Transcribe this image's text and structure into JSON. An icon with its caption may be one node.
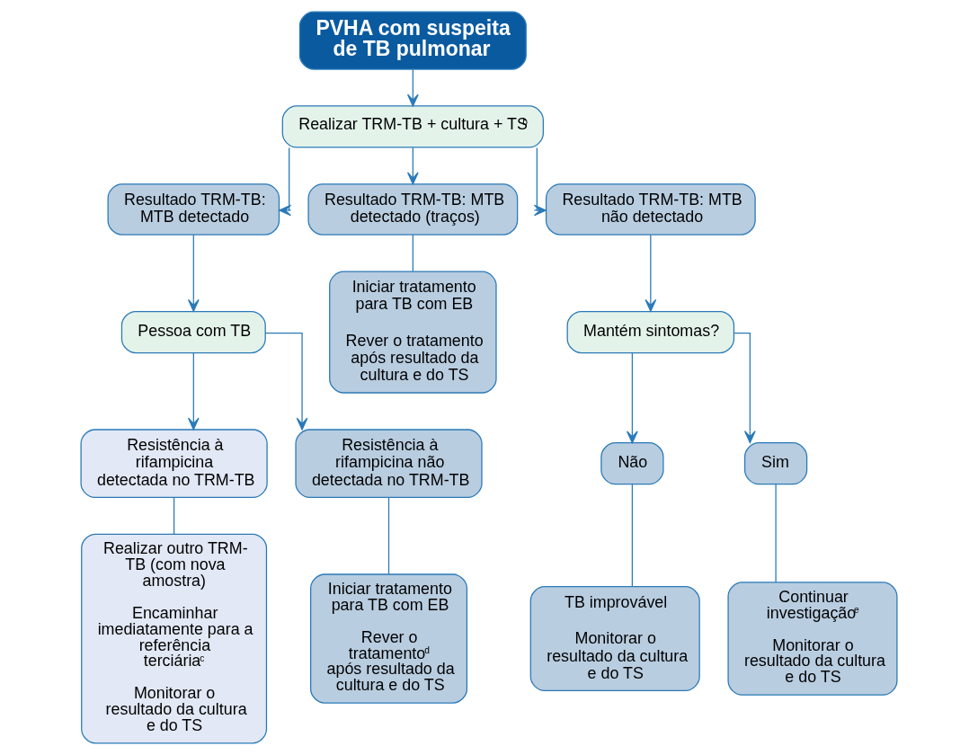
{
  "diagram": {
    "nodes": [
      {
        "text": [
          "PVHA com suspeita de TB pulmonar"
        ]
      },
      {
        "text": [
          "Realizar TRM-TB + cultura + TS$^{b}$"
        ]
      },
      {
        "text": [
          "Resultado TRM-TB: MTB detectado"
        ]
      },
      {
        "text": [
          "Resultado TRM-TB: MTB detectado (traços)"
        ]
      },
      {
        "text": [
          "Resultado TRM-TB: MTB não detectado"
        ]
      },
      {
        "text": [
          "Pessoa com TB"
        ]
      },
      {
        "text": [
          "Resistência à rifampicina detectada no TRM-TB"
        ]
      },
      {
        "text": [
          "Resistência à rifampicina não detectada no TRM-TB"
        ]
      },
      {
        "text": [
          "Realizar outro TRM-TB (com nova amostra)",
          "Encaminhar imediatamente para a referência terciária$^{c}$",
          "Monitorar o resultado da cultura e do TS"
        ]
      },
      {
        "text": [
          "Iniciar tratamento para TB com EB",
          "Rever o tratamento após resultado da cultura e do TS"
        ]
      },
      {
        "text": [
          "Iniciar tratamento para TB com EB",
          "Rever o tratamento$^{d}$ após resultado da cultura e do TS"
        ]
      },
      {
        "text": [
          "Mantém sintomas?"
        ]
      },
      {
        "text": [
          "Não"
        ]
      },
      {
        "text": [
          "Sim"
        ]
      },
      {
        "text": [
          "TB improvável",
          "Monitorar o resultado da cultura e do TS"
        ]
      },
      {
        "text": [
          "Continuar investigação$^{e}$",
          "Monitorar o resultado da cultura e do TS"
        ]
      }
    ],
    "edges": [
      {
        "from": 0,
        "to": 1,
        "arrow": "to"
      },
      {
        "from": 1,
        "to": 2,
        "arrow": "to"
      },
      {
        "from": 1,
        "to": 3,
        "arrow": "to"
      },
      {
        "from": 1,
        "to": 4,
        "arrow": "to"
      },
      {
        "from": 2,
        "to": 5,
        "arrow": "to"
      },
      {
        "from": 5,
        "to": 6,
        "arrow": "to"
      },
      {
        "from": 5,
        "to": 7,
        "arrow": "to"
      },
      {
        "from": 6,
        "to": 8,
        "arrow": "none"
      },
      {
        "from": 7,
        "to": 10,
        "arrow": "none"
      },
      {
        "from": 3,
        "to": 9,
        "arrow": "none"
      },
      {
        "from": 4,
        "to": 11,
        "arrow": "to"
      },
      {
        "from": 11,
        "to": 12,
        "arrow": "to"
      },
      {
        "from": 11,
        "to": 13,
        "arrow": "to"
      },
      {
        "from": 12,
        "to": 14,
        "arrow": "none"
      },
      {
        "from": 13,
        "to": 15,
        "arrow": "none"
      }
    ]
  }
}
